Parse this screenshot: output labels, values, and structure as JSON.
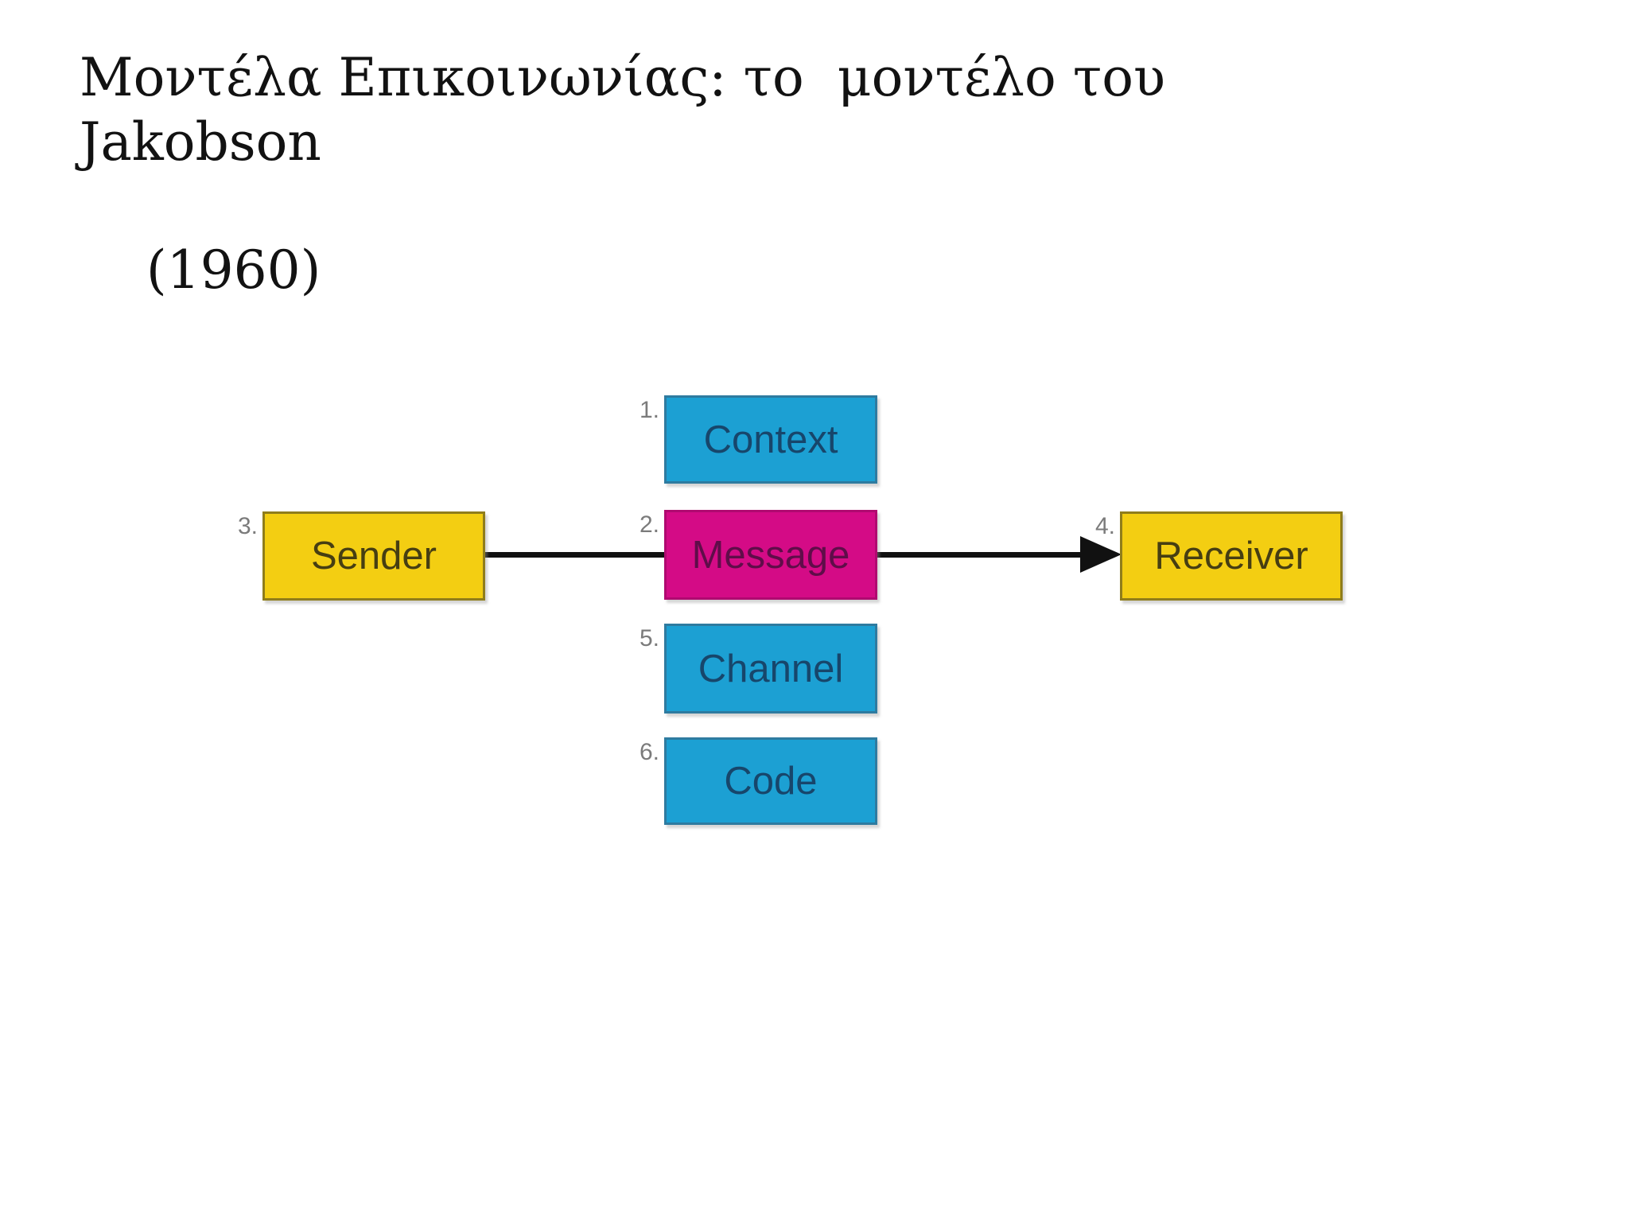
{
  "slide": {
    "title_line1": "Μοντέλα Επικοινωνίας: το  μοντέλο του Jakobson",
    "title_line2": "(1960)"
  },
  "diagram": {
    "model": "Jakobson communication model",
    "boxes": [
      {
        "number": "1.",
        "label": "Context",
        "fill": "#1CA0D3",
        "border": "#2E7BA0",
        "text_color": "#17466B"
      },
      {
        "number": "2.",
        "label": "Message",
        "fill": "#D40B86",
        "border": "#B00970",
        "text_color": "#5F0D49"
      },
      {
        "number": "3.",
        "label": "Sender",
        "fill": "#F3CE12",
        "border": "#8F7D1B",
        "text_color": "#463E12"
      },
      {
        "number": "4.",
        "label": "Receiver",
        "fill": "#F3CE12",
        "border": "#8F7D1B",
        "text_color": "#463E12"
      },
      {
        "number": "5.",
        "label": "Channel",
        "fill": "#1CA0D3",
        "border": "#2E7BA0",
        "text_color": "#17466B"
      },
      {
        "number": "6.",
        "label": "Code",
        "fill": "#1CA0D3",
        "border": "#2E7BA0",
        "text_color": "#17466B"
      }
    ],
    "connectors": [
      {
        "name": "sender-to-message",
        "from": "Sender",
        "to": "Message",
        "arrow": false
      },
      {
        "name": "message-to-receiver",
        "from": "Message",
        "to": "Receiver",
        "arrow": true
      }
    ],
    "line_color": "#111111",
    "number_label_color": "#7b7b7b",
    "background_color": "#ffffff"
  }
}
